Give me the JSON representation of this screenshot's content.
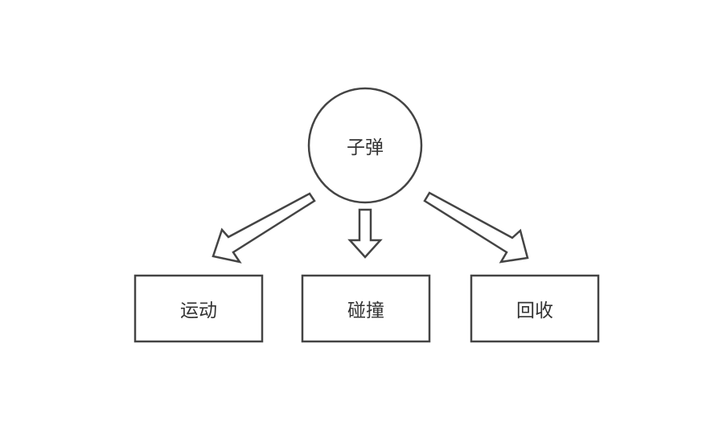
{
  "diagram": {
    "root": {
      "label": "子弹"
    },
    "children": [
      {
        "label": "运动"
      },
      {
        "label": "碰撞"
      },
      {
        "label": "回收"
      }
    ]
  },
  "colors": {
    "stroke": "#444444",
    "text": "#333333",
    "background": "#ffffff"
  }
}
